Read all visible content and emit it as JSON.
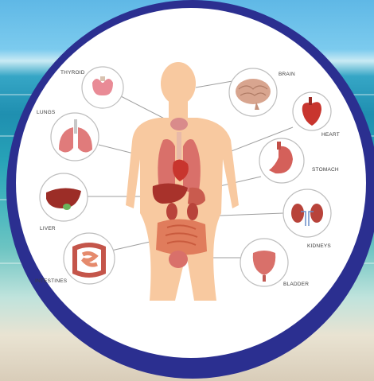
{
  "labels": {
    "thyroid": "THYROID",
    "brain": "BRAIN",
    "lungs": "LUNGS",
    "heart": "HEART",
    "stomach": "STOMACH",
    "liver": "LIVER",
    "kidneys": "KIDNEYS",
    "intestines": "INTESTINES",
    "bladder": "BLADDER"
  },
  "colors": {
    "ring": "#2b2f90",
    "body": "#f8c9a0",
    "organ_red": "#c8352e",
    "callout_border": "#bdbdbd"
  }
}
